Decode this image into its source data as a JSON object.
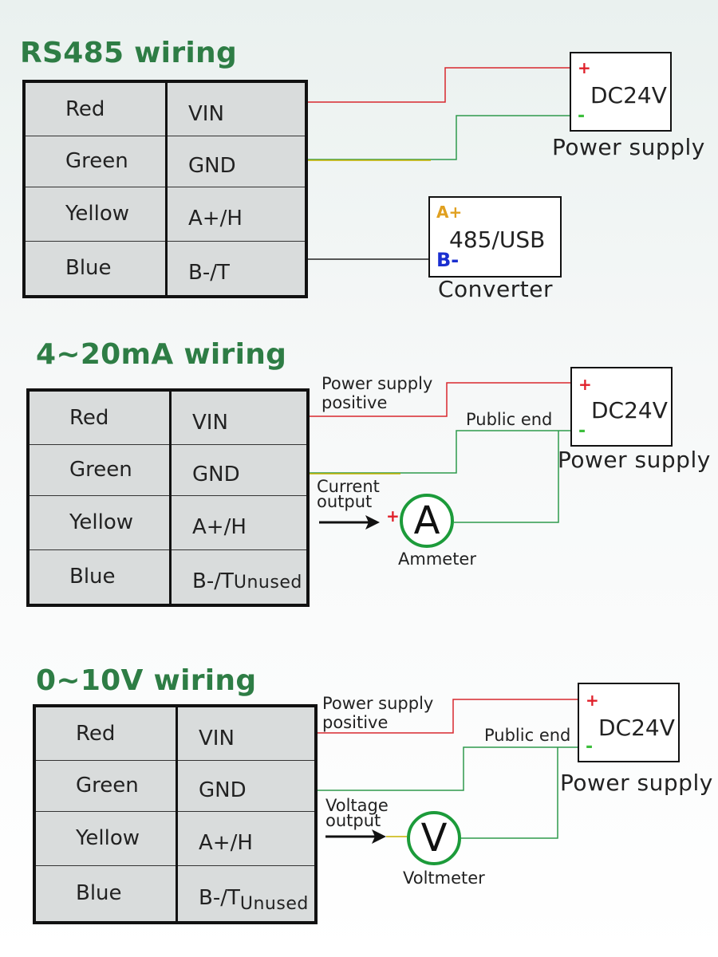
{
  "sections": [
    {
      "title": "RS485 wiring",
      "rows": [
        {
          "color": "Red",
          "signal": "VIN",
          "unused": ""
        },
        {
          "color": "Green",
          "signal": "GND",
          "unused": ""
        },
        {
          "color": "Yellow",
          "signal": "A+/H",
          "unused": ""
        },
        {
          "color": "Blue",
          "signal": "B-/T",
          "unused": ""
        }
      ],
      "power": {
        "plus": "+",
        "label": "DC24V",
        "minus": "-",
        "caption": "Power supply"
      },
      "converter": {
        "a": "A+",
        "label": "485/USB",
        "b": "B-",
        "caption": "Converter"
      }
    },
    {
      "title": "4~20mA wiring",
      "rows": [
        {
          "color": "Red",
          "signal": "VIN",
          "unused": ""
        },
        {
          "color": "Green",
          "signal": "GND",
          "unused": ""
        },
        {
          "color": "Yellow",
          "signal": "A+/H",
          "unused": ""
        },
        {
          "color": "Blue",
          "signal": "B-/T",
          "unused": "Unused"
        }
      ],
      "power": {
        "plus": "+",
        "label": "DC24V",
        "minus": "-",
        "caption": "Power supply"
      },
      "positive_note": [
        "Power supply",
        "positive"
      ],
      "public_end": "Public end",
      "output_note": [
        "Current",
        "output"
      ],
      "meter": {
        "plus": "+",
        "symbol": "A",
        "label": "Ammeter"
      }
    },
    {
      "title": "0~10V wiring",
      "rows": [
        {
          "color": "Red",
          "signal": "VIN",
          "unused": ""
        },
        {
          "color": "Green",
          "signal": "GND",
          "unused": ""
        },
        {
          "color": "Yellow",
          "signal": "A+/H",
          "unused": ""
        },
        {
          "color": "Blue",
          "signal": "B-/T",
          "unused": "Unused"
        }
      ],
      "power": {
        "plus": "+",
        "label": "DC24V",
        "minus": "-",
        "caption": "Power supply"
      },
      "positive_note": [
        "Power supply",
        "positive"
      ],
      "public_end": "Public end",
      "output_note": [
        "Voltage",
        "output"
      ],
      "meter": {
        "symbol": "V",
        "label": "Voltmeter"
      }
    }
  ],
  "colors": {
    "heading": "#2e7d45",
    "red_wire": "#d8282e",
    "green_wire": "#2e9a4c",
    "yellow_wire": "#c8b400",
    "black_wire": "#222222",
    "a_plus": "#e0a020",
    "b_minus": "#1a2fd0"
  }
}
